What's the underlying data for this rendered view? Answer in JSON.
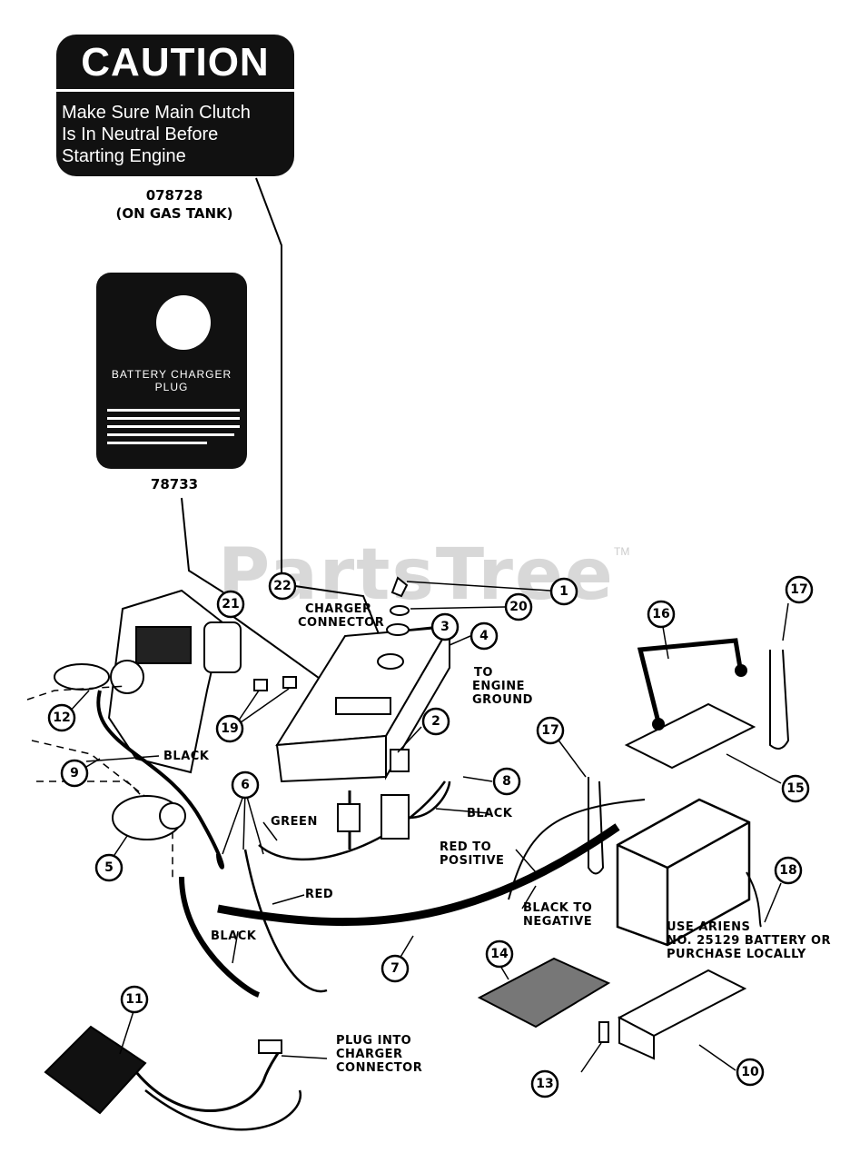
{
  "caution_decal": {
    "title": "CAUTION",
    "lines": [
      "Make Sure Main Clutch",
      "Is In Neutral Before",
      "Starting Engine"
    ],
    "part_number": "078728",
    "location": "(ON GAS TANK)"
  },
  "charger_decal": {
    "title_line1": "BATTERY CHARGER",
    "title_line2": "PLUG",
    "part_number": "78733"
  },
  "watermark": "PartsTree",
  "trademark": "TM",
  "labels": {
    "charger_connector_1": "CHARGER",
    "charger_connector_2": "CONNECTOR",
    "to_engine_ground_1": "TO",
    "to_engine_ground_2": "ENGINE",
    "to_engine_ground_3": "GROUND",
    "black_9": "BLACK",
    "black_8": "BLACK",
    "green": "GREEN",
    "red_to_positive_1": "RED TO",
    "red_to_positive_2": "POSITIVE",
    "red": "RED",
    "black_to_negative_1": "BLACK TO",
    "black_to_negative_2": "NEGATIVE",
    "black_lower": "BLACK",
    "use_ariens_1": "USE ARIENS",
    "use_ariens_2": "NO. 25129 BATTERY OR",
    "use_ariens_3": "PURCHASE LOCALLY",
    "plug_into_1": "PLUG INTO",
    "plug_into_2": "CHARGER",
    "plug_into_3": "CONNECTOR"
  },
  "callouts": [
    "1",
    "2",
    "3",
    "4",
    "5",
    "6",
    "7",
    "8",
    "9",
    "10",
    "11",
    "12",
    "13",
    "14",
    "15",
    "16",
    "17",
    "17",
    "18",
    "19",
    "20",
    "21",
    "22"
  ]
}
